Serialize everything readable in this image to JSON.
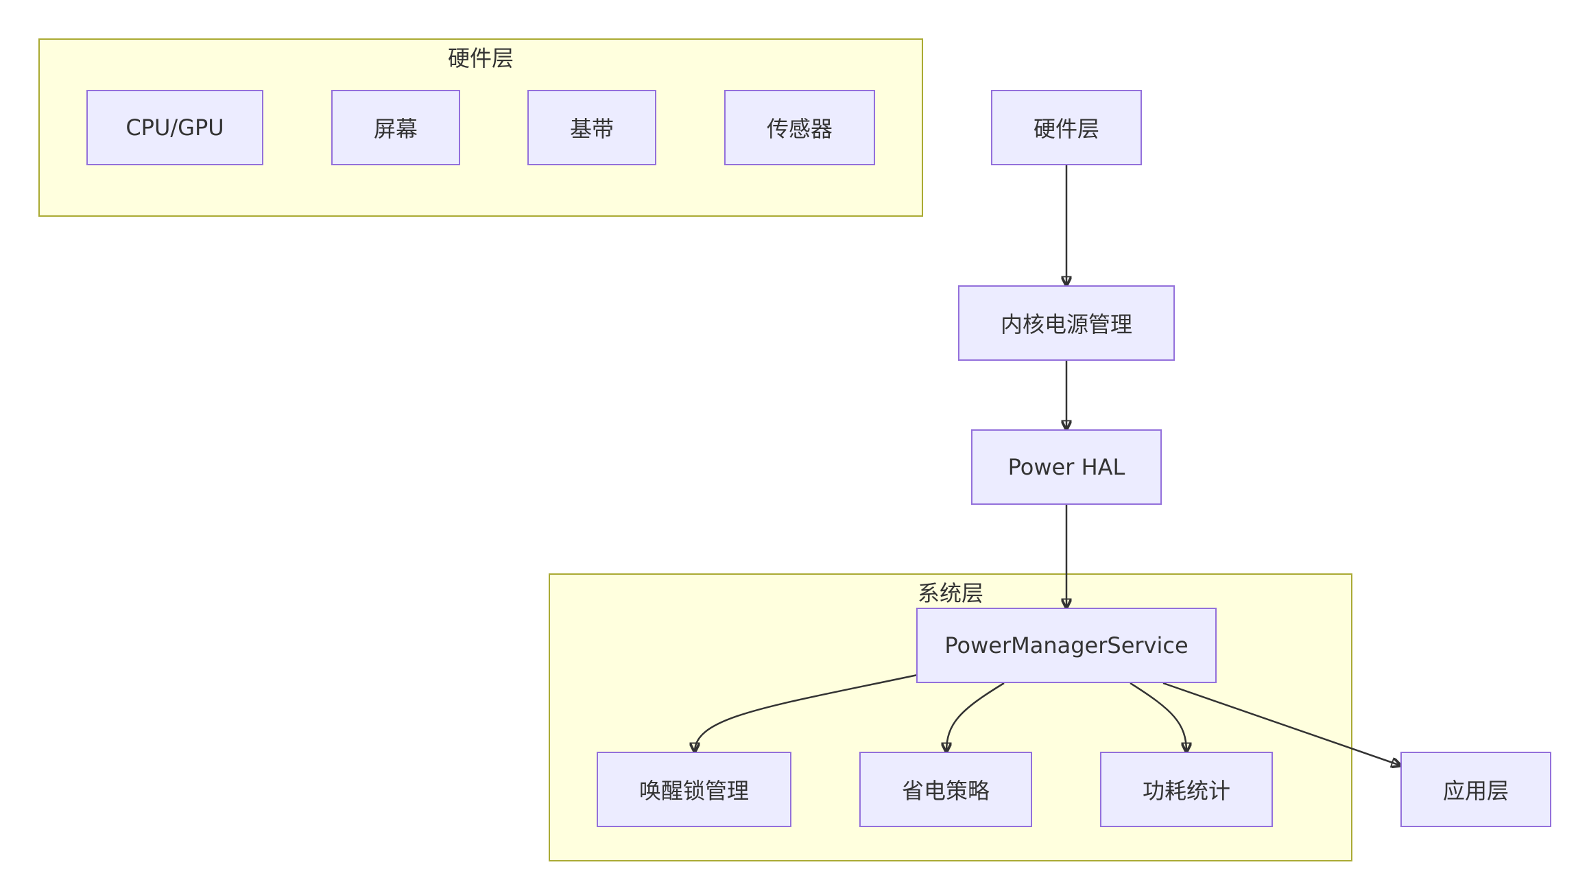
{
  "clusters": {
    "hardware": {
      "title": "硬件层"
    },
    "system": {
      "title": "系统层"
    }
  },
  "nodes": {
    "cpu_gpu": "CPU/GPU",
    "screen": "屏幕",
    "baseband": "基带",
    "sensor": "传感器",
    "hardware_layer": "硬件层",
    "kernel_power": "内核电源管理",
    "power_hal": "Power HAL",
    "pms": "PowerManagerService",
    "wakelock": "唤醒锁管理",
    "power_saving": "省电策略",
    "power_stats": "功耗统计",
    "app_layer": "应用层"
  },
  "edges": [
    {
      "from": "hardware_layer",
      "to": "kernel_power"
    },
    {
      "from": "kernel_power",
      "to": "power_hal"
    },
    {
      "from": "power_hal",
      "to": "pms"
    },
    {
      "from": "pms",
      "to": "wakelock"
    },
    {
      "from": "pms",
      "to": "power_saving"
    },
    {
      "from": "pms",
      "to": "power_stats"
    },
    {
      "from": "pms",
      "to": "app_layer"
    }
  ],
  "colors": {
    "cluster_fill": "#ffffde",
    "cluster_border": "#aaaa33",
    "node_fill": "#ececff",
    "node_border": "#9370db",
    "edge": "#333333",
    "text": "#333333"
  }
}
